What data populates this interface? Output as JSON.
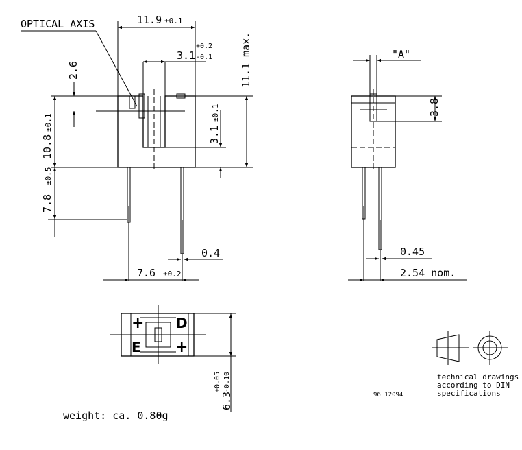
{
  "labels": {
    "optical_axis": "OPTICAL AXIS",
    "view_a": "\"A\"",
    "weight": "weight: ca. 0.80g",
    "drawing_no": "96 12094",
    "tech_note_1": "technical drawings",
    "tech_note_2": "according to DIN",
    "tech_note_3": "specifications"
  },
  "dimensions": {
    "width_11_9": "11.9",
    "tol_11_9": "±0.1",
    "slot_3_1": "3.1",
    "tol_slot_up": "+0.2",
    "tol_slot_low": "-0.1",
    "height_11_1": "11.1 max.",
    "dim_2_6": "2.6",
    "body_10_8": "10.8",
    "tol_10_8": "±0.1",
    "depth_3_1": "3.1",
    "tol_depth": "±0.1",
    "leads_7_8": "7.8",
    "tol_leads": "±0.5",
    "lead_0_4": "0.4",
    "pitch_7_6": "7.6",
    "tol_pitch": "±0.2",
    "side_3_8": "3.8",
    "lead_0_45": "0.45",
    "pitch_2_54": "2.54 nom.",
    "bottom_6_3": "6.3",
    "tol_bottom_up": "+0.05",
    "tol_bottom_low": "-0.10"
  },
  "pins": {
    "top_left": "+",
    "top_right": "D",
    "bottom_left": "E",
    "bottom_right": "+"
  }
}
